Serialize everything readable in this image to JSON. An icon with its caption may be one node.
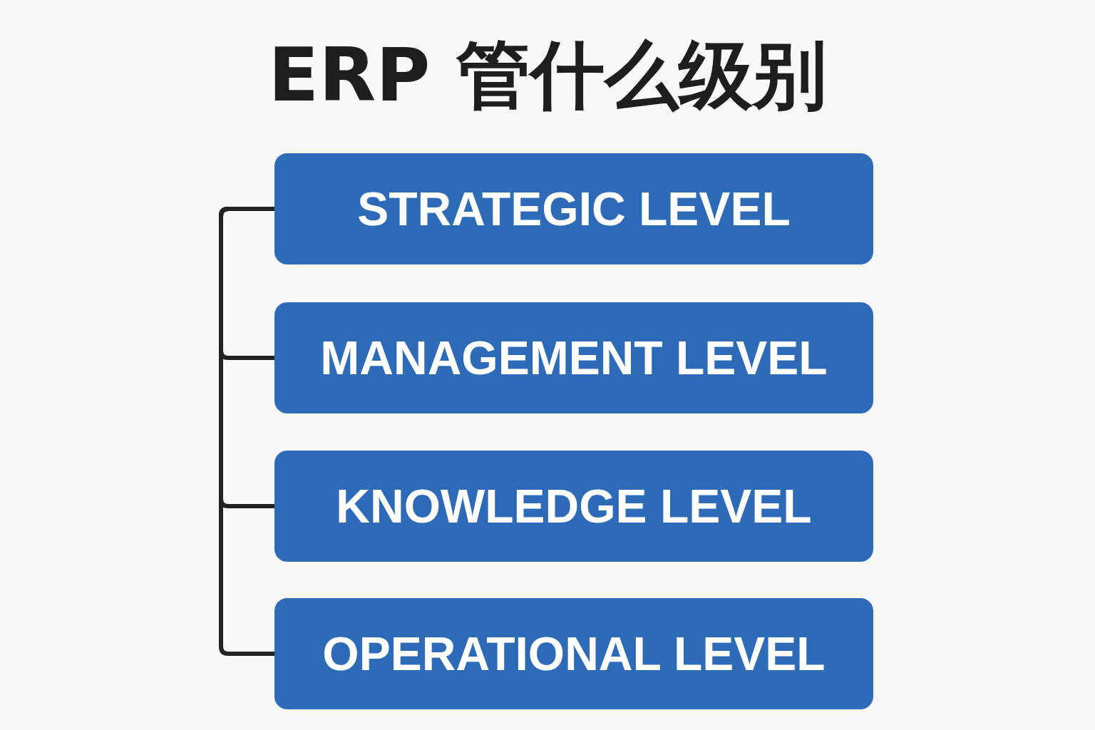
{
  "diagram": {
    "title": "ERP 管什么级别",
    "nodes": [
      {
        "text": [
          "STRATEGIC LEVEL"
        ]
      },
      {
        "text": [
          "MANAGEMENT LEVEL"
        ]
      },
      {
        "text": [
          "KNOWLEDGE LEVEL"
        ]
      },
      {
        "text": [
          "OPERATIONAL LEVEL"
        ]
      }
    ],
    "edges": [
      {
        "from": 0,
        "to": 1,
        "arrow": "none"
      },
      {
        "from": 0,
        "to": 2,
        "arrow": "none"
      },
      {
        "from": 0,
        "to": 3,
        "arrow": "none"
      }
    ]
  }
}
